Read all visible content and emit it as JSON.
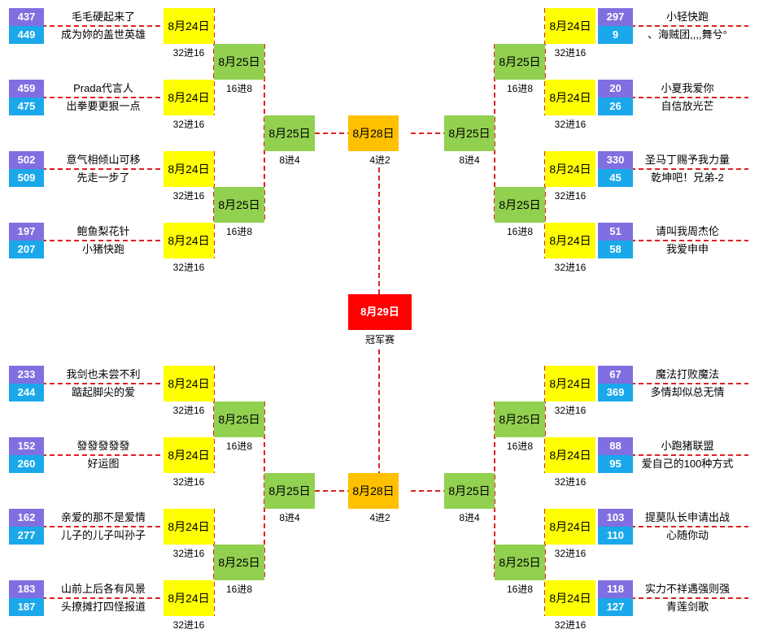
{
  "labels": {
    "r32": "32进16",
    "r16": "16进8",
    "qf": "8进4",
    "sf": "4进2",
    "final": "冠军赛"
  },
  "dates": {
    "r32": "8月24日",
    "r16": "8月25日",
    "qf": "8月25日",
    "sf": "8月28日",
    "final": "8月29日"
  },
  "matches": [
    {
      "seedA": "437",
      "nameA": "毛毛硬起来了",
      "seedB": "449",
      "nameB": "成为妳的盖世英雄"
    },
    {
      "seedA": "459",
      "nameA": "Prada代言人",
      "seedB": "475",
      "nameB": "出拳要更狠一点"
    },
    {
      "seedA": "502",
      "nameA": "意气相倾山可移",
      "seedB": "509",
      "nameB": "先走一步了"
    },
    {
      "seedA": "197",
      "nameA": "鲍鱼梨花针",
      "seedB": "207",
      "nameB": "小猪快跑"
    },
    {
      "seedA": "233",
      "nameA": "我剑也未尝不利",
      "seedB": "244",
      "nameB": "踮起脚尖的爱"
    },
    {
      "seedA": "152",
      "nameA": "發發發發發",
      "seedB": "260",
      "nameB": "好运图"
    },
    {
      "seedA": "162",
      "nameA": "亲爱的那不是爱情",
      "seedB": "277",
      "nameB": "儿子的儿子叫孙子"
    },
    {
      "seedA": "183",
      "nameA": "山前上后各有风景",
      "seedB": "187",
      "nameB": "头撩摊打四怪报道"
    },
    {
      "seedA": "297",
      "nameA": "小轻快跑",
      "seedB": "9",
      "nameB": "、海贼团,,,,舞兮°"
    },
    {
      "seedA": "20",
      "nameA": "小夏我爱你",
      "seedB": "26",
      "nameB": "自信放光芒"
    },
    {
      "seedA": "330",
      "nameA": "圣马丁赐予我力量",
      "seedB": "45",
      "nameB": "乾坤吧！兄弟-2"
    },
    {
      "seedA": "51",
      "nameA": "请叫我周杰伦",
      "seedB": "58",
      "nameB": "我爱申申"
    },
    {
      "seedA": "67",
      "nameA": "魔法打败魔法",
      "seedB": "369",
      "nameB": "多情却似总无情"
    },
    {
      "seedA": "88",
      "nameA": "小跑猪联盟",
      "seedB": "95",
      "nameB": "爱自己的100种方式"
    },
    {
      "seedA": "103",
      "nameA": "提莫队长申请出战",
      "seedB": "110",
      "nameB": "心随你动"
    },
    {
      "seedA": "118",
      "nameA": "实力不祥遇强则强",
      "seedB": "127",
      "nameB": "青莲剑歌"
    }
  ],
  "colors": {
    "seed_top": "#7f6fe0",
    "seed_bottom": "#1aa8ea",
    "r32_box": "#ffff00",
    "r16_box": "#92d050",
    "qf_box": "#92d050",
    "sf_box": "#ffc000",
    "final_box": "#ff0000",
    "connector": "#e02020"
  }
}
